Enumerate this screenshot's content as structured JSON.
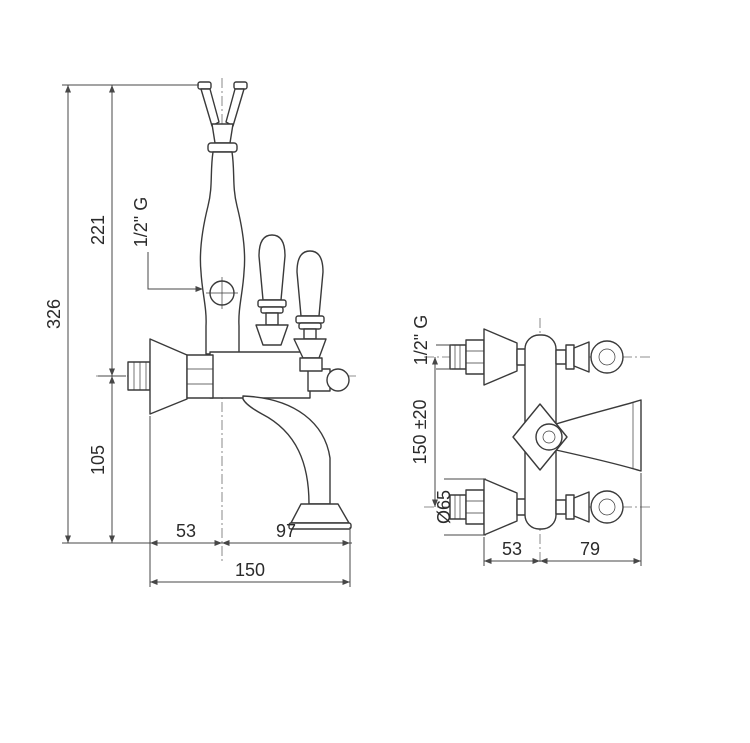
{
  "drawing": {
    "title": "bath-mixer-technical-drawing",
    "line_color": "#3a3a3a",
    "background": "#ffffff",
    "side_view": {
      "overall_height": "326",
      "upper_height": "221",
      "lower_height": "105",
      "thread": "1/2\" G",
      "wall_to_center": "53",
      "center_to_spout": "97",
      "total_reach": "150"
    },
    "front_view": {
      "thread": "1/2\" G",
      "hole_distance": "150 ±20",
      "flange_diameter": "Ø65",
      "wall_to_center": "53",
      "center_to_spout": "79"
    }
  }
}
